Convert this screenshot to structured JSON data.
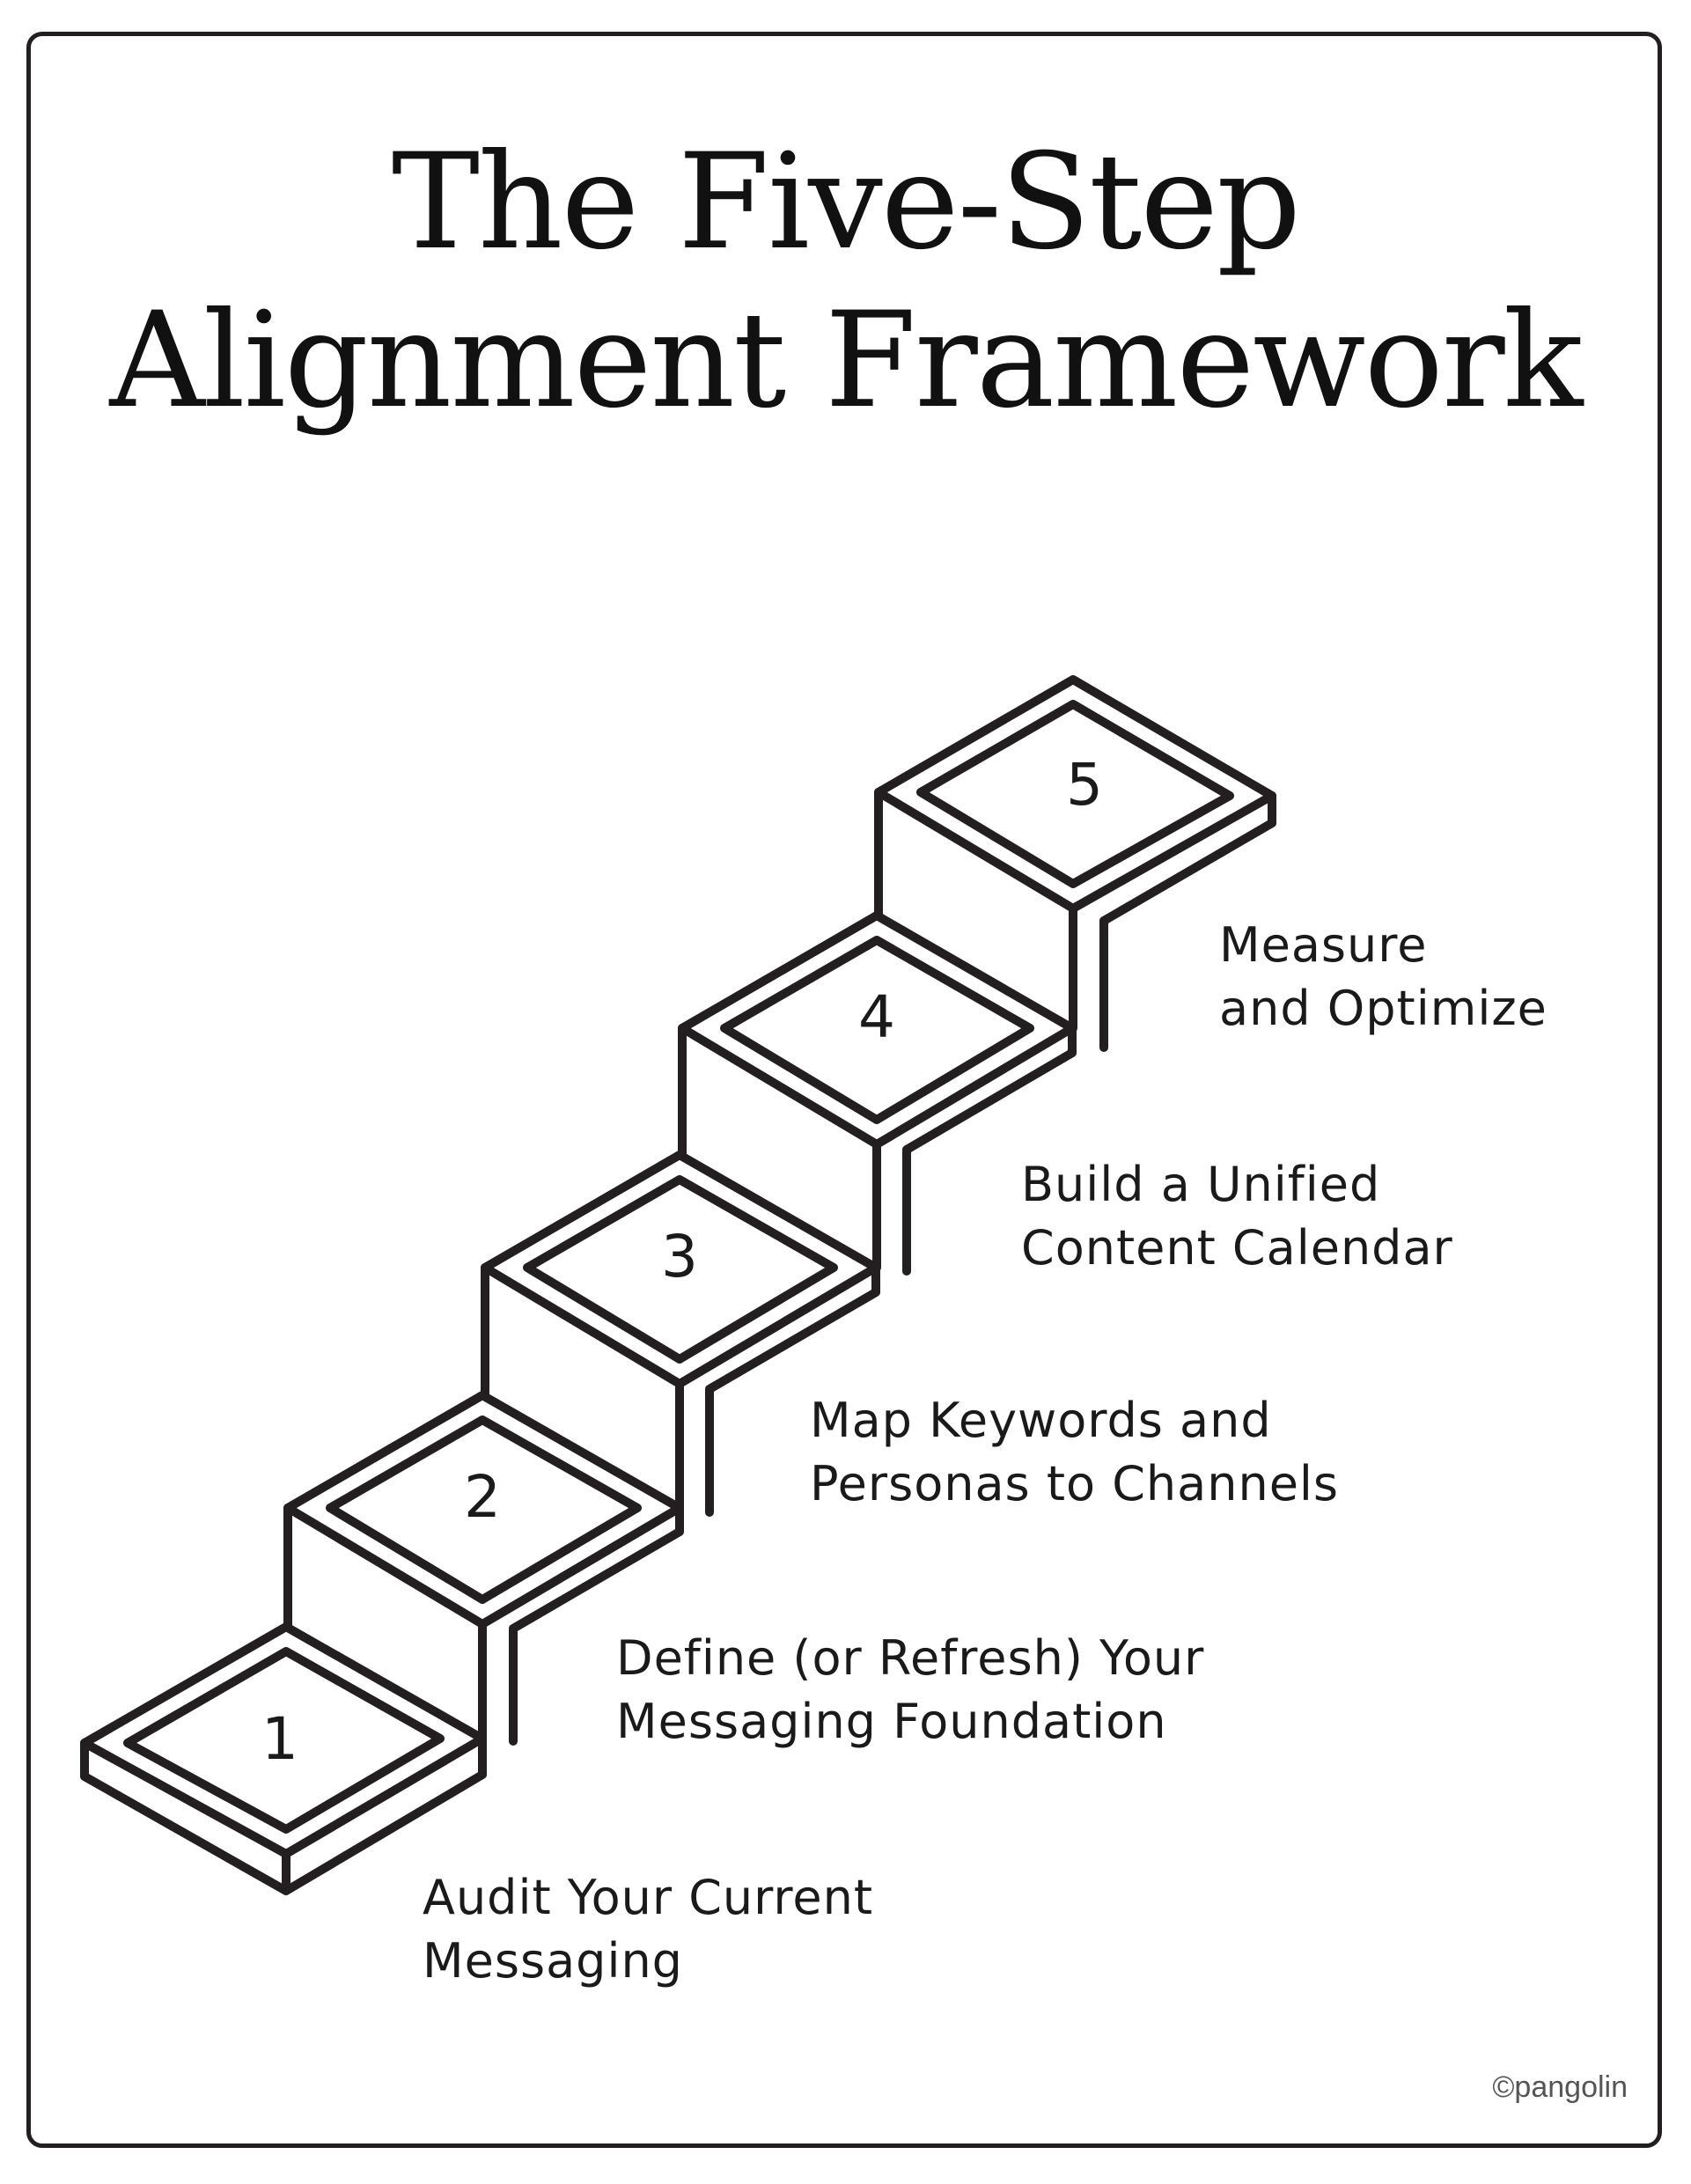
{
  "title": {
    "line1": "The Five-Step",
    "line2": "Alignment Framework"
  },
  "steps": [
    {
      "number": "1",
      "line1": "Audit Your Current",
      "line2": "Messaging"
    },
    {
      "number": "2",
      "line1": "Define (or Refresh) Your",
      "line2": "Messaging Foundation"
    },
    {
      "number": "3",
      "line1": "Map Keywords and",
      "line2": "Personas to Channels"
    },
    {
      "number": "4",
      "line1": "Build a Unified",
      "line2": "Content Calendar"
    },
    {
      "number": "5",
      "line1": "Measure",
      "line2": "and Optimize"
    }
  ],
  "copyright": "©pangolin",
  "colors": {
    "ink": "#231f20",
    "background": "#ffffff"
  }
}
